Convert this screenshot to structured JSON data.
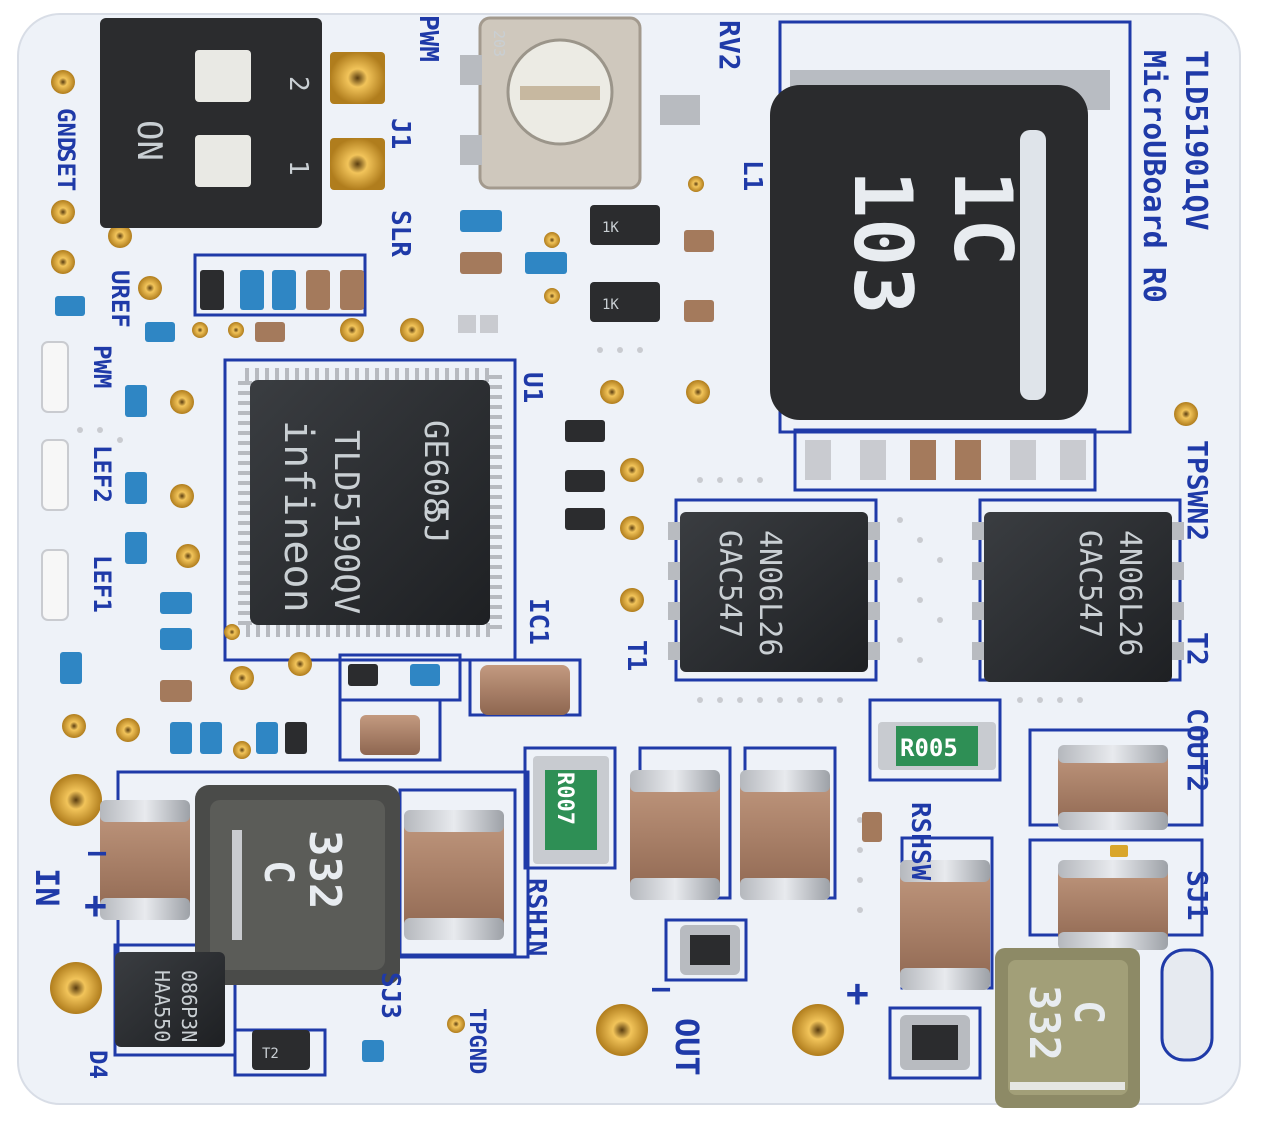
{
  "board": {
    "title": "TLD51901QV",
    "subtitle": "MicroUBoard R0"
  },
  "silkscreen": {
    "gnd": "GND",
    "set": "SET",
    "uref": "UREF",
    "pwm_left": "PWM",
    "lef2": "LEF2",
    "lef1": "LEF1",
    "pwm_top": "PWM",
    "j1": "J1",
    "slr": "SLR",
    "rv2": "RV2",
    "l1": "L1",
    "u1": "U1",
    "ic1": "IC1",
    "t1": "T1",
    "t2": "T2",
    "tpswn2": "TPSWN2",
    "cout2": "COUT2",
    "rshsw": "RSHSW",
    "rshin": "RSHIN",
    "in": "IN",
    "plus_in": "+",
    "minus_in": "—",
    "sj1": "SJ1",
    "sj3": "SJ3",
    "tpgnd": "TPGND",
    "out": "OUT",
    "out_minus": "—",
    "out_plus": "+",
    "d4": "D4"
  },
  "components": {
    "dip_on": "ON",
    "dip_1": "1",
    "dip_2": "2",
    "pot_marking": "203",
    "l1_line1": "1C",
    "l1_line2": "103",
    "u1_brand": "infineon",
    "u1_part": "TLD5190QV",
    "u1_lot": "GE608",
    "u1_lot2": "5J",
    "t1_line1": "4N06L26",
    "t1_line2": "GAC547",
    "t2_line1": "4N06L26",
    "t2_line2": "GAC547",
    "r005": "R005",
    "r007": "R007",
    "ind_in_line1": "C",
    "ind_in_line2": "332",
    "ind_out_line1": "C",
    "ind_out_line2": "332",
    "d4_line1": "086P3N",
    "d4_line2": "HAA550",
    "diode_mark": "1K",
    "diode_mark2": "T2"
  },
  "colors": {
    "pcb": "#eef2f8",
    "silk": "#1f3aa8",
    "pad": "#c9cbd0",
    "gold": "#d9a62c",
    "chip": "#2a2c2f",
    "capacitor": "#a97d63"
  }
}
